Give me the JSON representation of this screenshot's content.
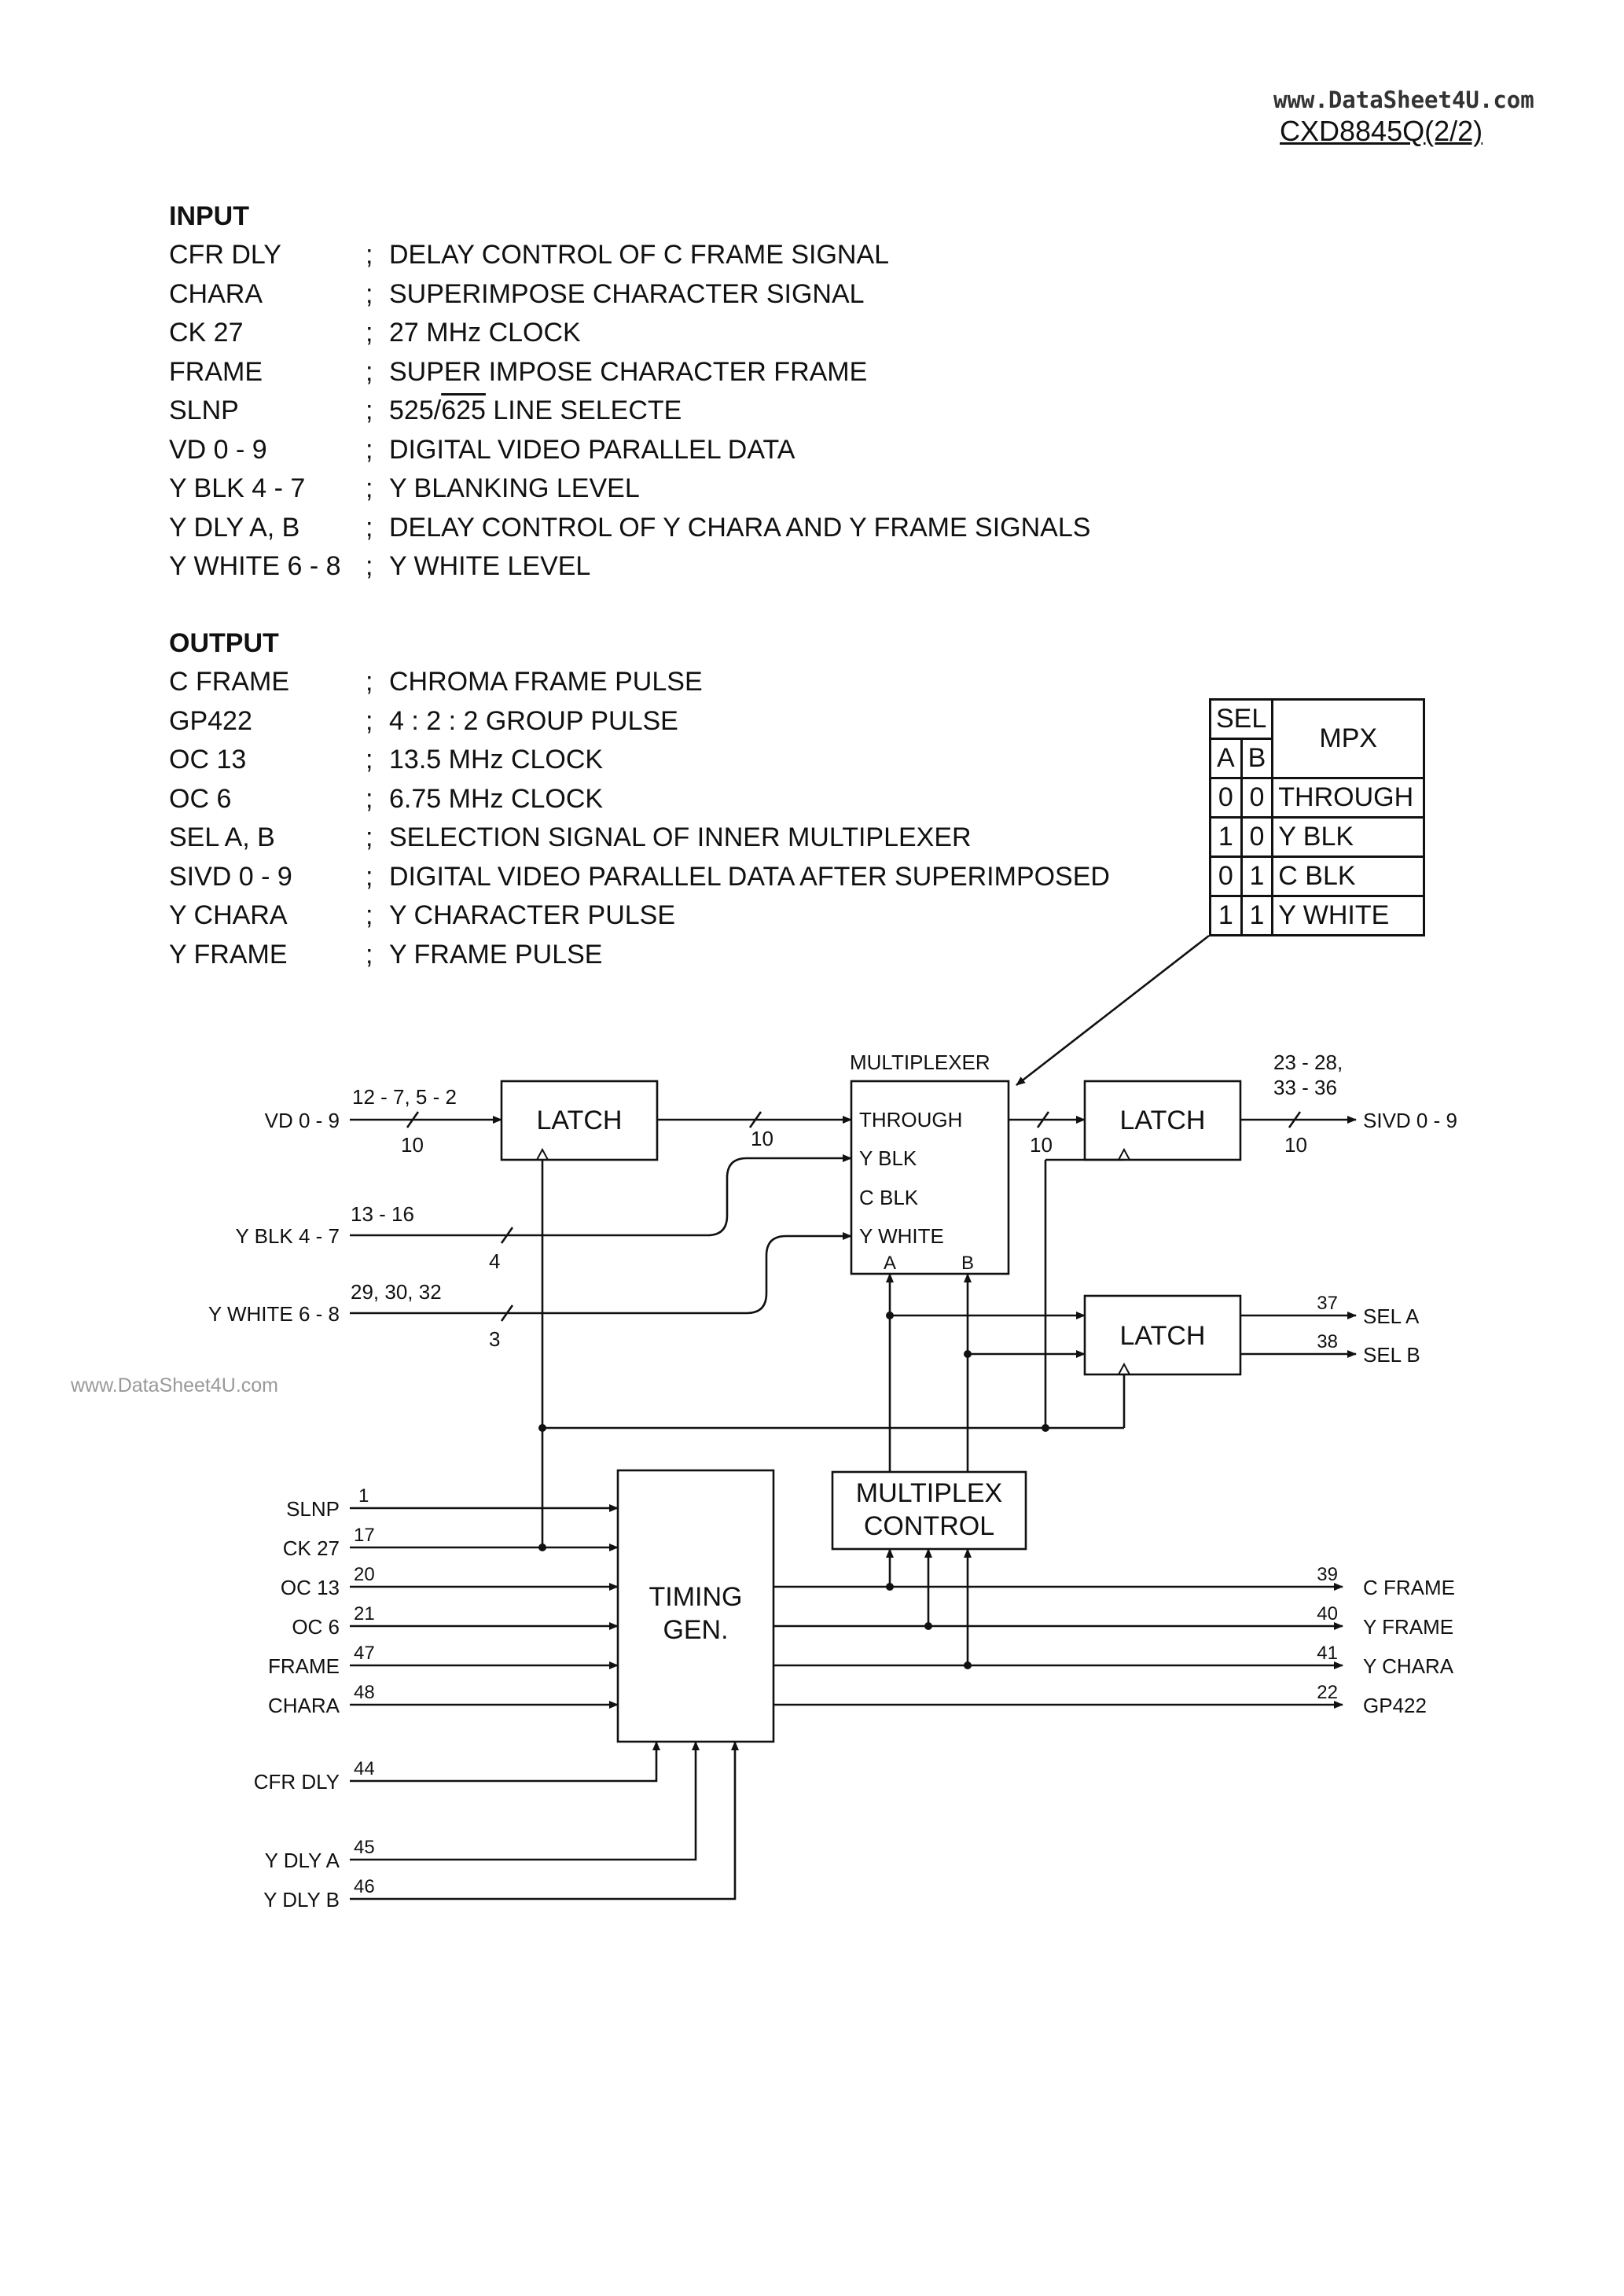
{
  "header": {
    "site": "www.DataSheet4U.com",
    "part_number": "CXD8845Q(2/2)"
  },
  "watermark": "www.DataSheet4U.com",
  "input_section": {
    "title": "INPUT",
    "items": [
      {
        "signal": "CFR DLY",
        "description": "DELAY CONTROL OF C FRAME  SIGNAL"
      },
      {
        "signal": "CHARA",
        "description": "SUPERIMPOSE CHARACTER SIGNAL"
      },
      {
        "signal": "CK 27",
        "description": "27 MHz CLOCK"
      },
      {
        "signal": "FRAME",
        "description": "SUPER IMPOSE CHARACTER FRAME"
      },
      {
        "signal": "SLNP",
        "description": " LINE SELECTE"
      },
      {
        "signal": "VD 0 - 9",
        "description": "DIGITAL VIDEO PARALLEL DATA"
      },
      {
        "signal": "Y BLK 4 - 7",
        "description": "Y BLANKING LEVEL"
      },
      {
        "signal": "Y DLY A, B",
        "description": "DELAY CONTROL OF Y CHARA AND Y FRAME SIGNALS"
      },
      {
        "signal": "Y WHITE 6 - 8",
        "description": "Y WHITE LEVEL"
      }
    ],
    "slnp_a": "525/",
    "slnp_b": "625"
  },
  "output_section": {
    "title": "OUTPUT",
    "items": [
      {
        "signal": "C FRAME",
        "description": "CHROMA FRAME PULSE"
      },
      {
        "signal": "GP422",
        "description": "4 : 2 : 2 GROUP PULSE"
      },
      {
        "signal": "OC 13",
        "description": "13.5 MHz CLOCK"
      },
      {
        "signal": "OC 6",
        "description": "6.75 MHz CLOCK"
      },
      {
        "signal": "SEL A, B",
        "description": "SELECTION SIGNAL OF INNER MULTIPLEXER"
      },
      {
        "signal": "SIVD 0 - 9",
        "description": "DIGITAL VIDEO PARALLEL DATA AFTER SUPERIMPOSED"
      },
      {
        "signal": "Y CHARA",
        "description": "Y CHARACTER PULSE"
      },
      {
        "signal": "Y FRAME",
        "description": "Y FRAME PULSE"
      }
    ]
  },
  "sel_table": {
    "sel_header": "SEL",
    "mpx_header": "MPX",
    "col_a": "A",
    "col_b": "B",
    "rows": [
      {
        "a": "0",
        "b": "0",
        "mpx": "THROUGH"
      },
      {
        "a": "1",
        "b": "0",
        "mpx": "Y BLK"
      },
      {
        "a": "0",
        "b": "1",
        "mpx": "C BLK"
      },
      {
        "a": "1",
        "b": "1",
        "mpx": "Y WHITE"
      }
    ]
  },
  "diagram": {
    "blocks": {
      "latch_in": "LATCH",
      "latch_out": "LATCH",
      "latch_sel": "LATCH",
      "multiplexer_title": "MULTIPLEXER",
      "mux_through": "THROUGH",
      "mux_yblk": "Y BLK",
      "mux_cblk": "C BLK",
      "mux_ywhite": "Y WHITE",
      "mux_a": "A",
      "mux_b": "B",
      "mpx_control_1": "MULTIPLEX",
      "mpx_control_2": "CONTROL",
      "timing_1": "TIMING",
      "timing_2": "GEN."
    },
    "inputs": {
      "vd": {
        "name": "VD 0 - 9",
        "pins": "12 - 7, 5 - 2",
        "width": "10"
      },
      "yblk": {
        "name": "Y BLK 4 - 7",
        "pins": "13 - 16",
        "width": "4"
      },
      "ywhite": {
        "name": "Y WHITE 6 - 8",
        "pins": "29, 30, 32",
        "width": "3"
      },
      "slnp": {
        "name": "SLNP",
        "pin": "1"
      },
      "ck27": {
        "name": "CK 27",
        "pin": "17"
      },
      "oc13": {
        "name": "OC 13",
        "pin": "20"
      },
      "oc6": {
        "name": "OC 6",
        "pin": "21"
      },
      "frame": {
        "name": "FRAME",
        "pin": "47"
      },
      "chara": {
        "name": "CHARA",
        "pin": "48"
      },
      "cfrdly": {
        "name": "CFR DLY",
        "pin": "44"
      },
      "ydlya": {
        "name": "Y DLY A",
        "pin": "45"
      },
      "ydlyb": {
        "name": "Y DLY B",
        "pin": "46"
      }
    },
    "outputs": {
      "sivd": {
        "name": "SIVD 0 - 9",
        "pins_1": "23 - 28,",
        "pins_2": "33 - 36",
        "width": "10"
      },
      "sela": {
        "name": "SEL A",
        "pin": "37"
      },
      "selb": {
        "name": "SEL B",
        "pin": "38"
      },
      "cframe": {
        "name": "C FRAME",
        "pin": "39"
      },
      "yframe": {
        "name": "Y FRAME",
        "pin": "40"
      },
      "ychara": {
        "name": "Y CHARA",
        "pin": "41"
      },
      "gp422": {
        "name": "GP422",
        "pin": "22"
      }
    },
    "bus_widths": {
      "latch_to_mux": "10",
      "mux_to_latch": "10"
    }
  }
}
